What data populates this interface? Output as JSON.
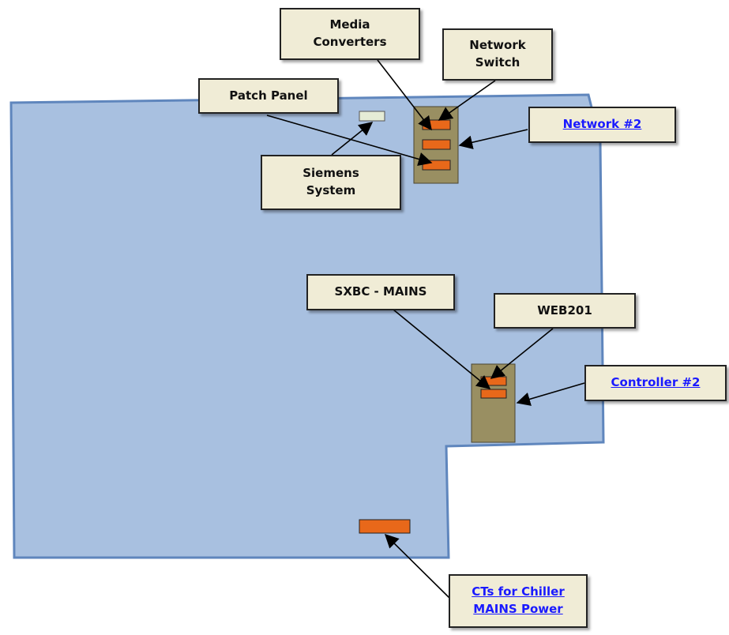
{
  "colors": {
    "floor_fill": "#a8c0e0",
    "floor_edge": "#5f86bd",
    "cabinet_fill": "#998f62",
    "device_fill": "#e8681a",
    "siemens_device_fill": "#e5ecd6",
    "label_fill": "#f0ecd6",
    "link_text": "#1a1aff"
  },
  "labels": {
    "media_converters": "Media\nConverters",
    "network_switch": "Network\nSwitch",
    "patch_panel": "Patch Panel",
    "network_2": "Network #2",
    "siemens_system": "Siemens\nSystem",
    "sxbc_mains": "SXBC - MAINS",
    "web201": "WEB201",
    "controller_2": "Controller #2",
    "cts_chiller": "CTs for Chiller\nMAINS Power"
  }
}
